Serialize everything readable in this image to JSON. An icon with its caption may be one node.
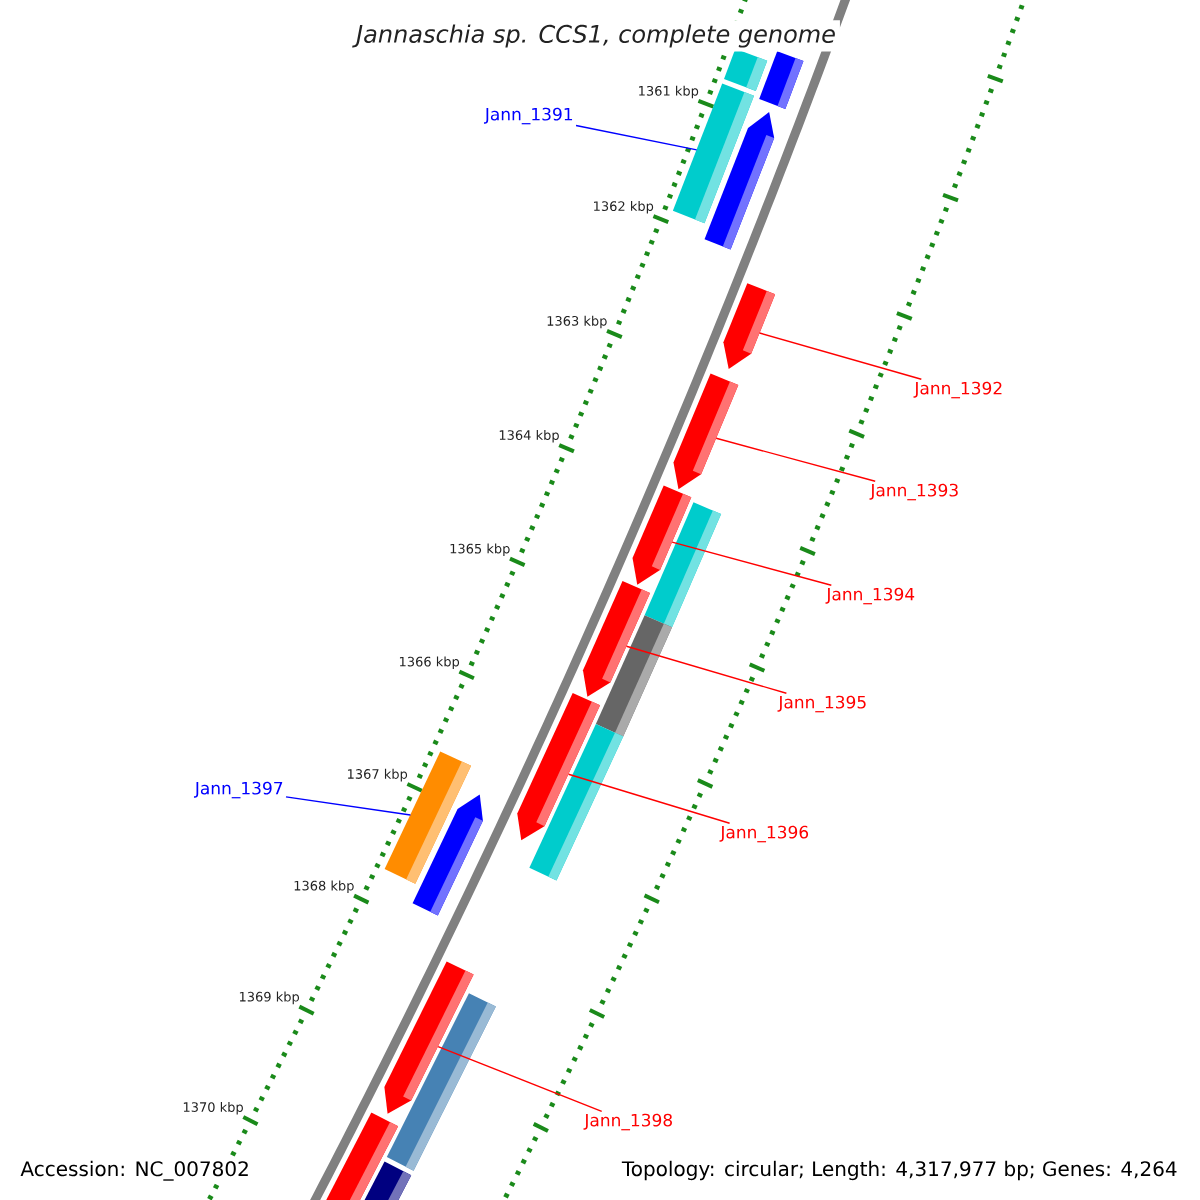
{
  "diagram": {
    "title": "Jannaschia sp. CCS1, complete genome",
    "nodes": [
      {
        "text": [
          "Jann_1391"
        ]
      },
      {
        "text": [
          "Jann_1397"
        ]
      },
      {
        "text": [
          "Jann_1392"
        ]
      },
      {
        "text": [
          "Jann_1393"
        ]
      },
      {
        "text": [
          "Jann_1394"
        ]
      },
      {
        "text": [
          "Jann_1395"
        ]
      },
      {
        "text": [
          "Jann_1396"
        ]
      },
      {
        "text": [
          "Jann_1398"
        ]
      },
      {
        "text": [],
        "shape": "bar"
      },
      {
        "text": [],
        "shape": "bar"
      },
      {
        "text": [],
        "shape": "bar"
      },
      {
        "text": [],
        "shape": "bar"
      },
      {
        "text": [],
        "shape": "bar"
      },
      {
        "text": [],
        "shape": "bar"
      },
      {
        "text": [],
        "shape": "bar"
      },
      {
        "text": [],
        "shape": "bar"
      },
      {
        "text": [],
        "shape": "bar"
      },
      {
        "text": [],
        "shape": "bar"
      },
      {
        "text": [],
        "shape": "bar"
      },
      {
        "text": [],
        "shape": "bar"
      },
      {
        "text": [],
        "shape": "bar"
      },
      {
        "text": [],
        "shape": "bar"
      },
      {
        "text": [],
        "shape": "bar"
      },
      {
        "text": [],
        "shape": "bar"
      },
      {
        "text": [],
        "shape": "bar"
      },
      {
        "text": [],
        "shape": "bar"
      }
    ],
    "edges": [
      {
        "from": 0,
        "to": 10,
        "arrow": "none",
        "color": "#0000ff"
      },
      {
        "from": 1,
        "to": 20,
        "arrow": "none",
        "color": "#0000ff"
      },
      {
        "from": 2,
        "to": 12,
        "arrow": "none"
      },
      {
        "from": 3,
        "to": 13,
        "arrow": "none"
      },
      {
        "from": 4,
        "to": 14,
        "arrow": "none"
      },
      {
        "from": 5,
        "to": 16,
        "arrow": "none"
      },
      {
        "from": 6,
        "to": 18,
        "arrow": "none"
      },
      {
        "from": 7,
        "to": 22,
        "arrow": "none"
      }
    ],
    "labels": [
      "1361 kbp",
      "1362 kbp",
      "1363 kbp",
      "1364 kbp",
      "1365 kbp",
      "1366 kbp",
      "1367 kbp",
      "1368 kbp",
      "1369 kbp",
      "1370 kbp",
      "Accession: NC_007802",
      "Topology: circular; Length: 4,317,977 bp; Genes: 4,264"
    ]
  }
}
